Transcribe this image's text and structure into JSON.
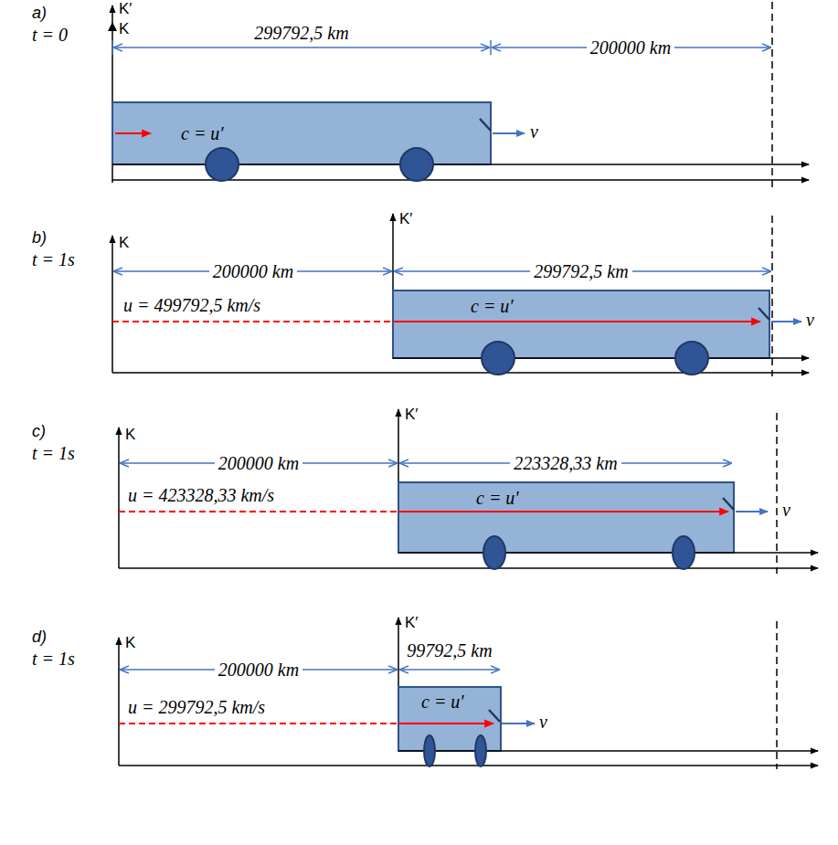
{
  "diagram": {
    "nodes": [
      {
        "text": [
          "c = u′"
        ]
      },
      {
        "text": [
          "c = u′"
        ]
      },
      {
        "text": [
          "c = u′"
        ]
      },
      {
        "text": [
          "c = u′"
        ]
      }
    ],
    "labels": [
      "a)",
      "t = 0",
      "K′",
      "K",
      "299792,5 km",
      "200000 km",
      "v",
      "b)",
      "t = 1s",
      "K",
      "K′",
      "200000 km",
      "299792,5 km",
      "u = 499792,5 km/s",
      "v",
      "c)",
      "t = 1s",
      "K",
      "K′",
      "200000 km",
      "223328,33 km",
      "u = 423328,33 km/s",
      "v",
      "d)",
      "t = 1s",
      "K",
      "K′",
      "200000 km",
      "99792,5 km",
      "u = 299792,5 km/s",
      "v"
    ]
  }
}
